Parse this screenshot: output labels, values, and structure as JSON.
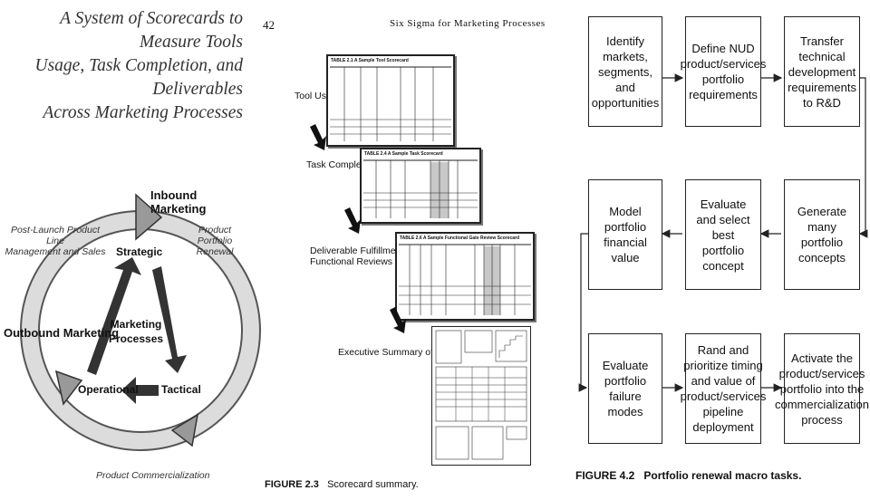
{
  "left": {
    "title_lines": [
      "A System of Scorecards to Measure Tools",
      "Usage, Task Completion, and Deliverables",
      "Across Marketing Processes"
    ],
    "cycle": {
      "inbound": "Inbound Marketing",
      "outbound": "Outbound Marketing",
      "post_launch_lines": [
        "Post-Launch Product Line",
        "Management and Sales"
      ],
      "renewal_lines": [
        "Product Portfolio",
        "Renewal"
      ],
      "commercialization": "Product Commercialization",
      "strategic": "Strategic",
      "tactical": "Tactical",
      "operational": "Operational",
      "center_lines": [
        "Marketing",
        "Processes"
      ]
    }
  },
  "middle": {
    "page_number": "42",
    "running_head": "Six Sigma for Marketing Processes",
    "stages": [
      "Tool Use",
      "Task Completion",
      "Deliverable Fulfillment for",
      "Functional Reviews",
      "Executive Summary of Risk"
    ],
    "tables": {
      "t1_title": "TABLE 2.1  A Sample Tool Scorecard",
      "t2_title": "TABLE 2.4  A Sample Task Scorecard",
      "t3_title": "TABLE 2.6  A Sample Functional Gate Review Scorecard"
    },
    "figure_label": "FIGURE 2.3",
    "figure_caption": "Scorecard summary."
  },
  "right": {
    "boxes": [
      "Identify markets, segments, and opportunities",
      "Define NUD product/services portfolio requirements",
      "Transfer technical development requirements to R&D",
      "Model portfolio financial value",
      "Evaluate and select best portfolio concept",
      "Generate many portfolio concepts",
      "Evaluate portfolio failure modes",
      "Rand and prioritize timing and value of product/services pipeline deployment",
      "Activate the product/services portfolio into the commercialization process"
    ],
    "figure_label": "FIGURE 4.2",
    "figure_caption": "Portfolio renewal macro tasks."
  },
  "colors": {
    "ring": "#d9d9d9",
    "ring_edge": "#555555",
    "arrow": "#333333"
  }
}
